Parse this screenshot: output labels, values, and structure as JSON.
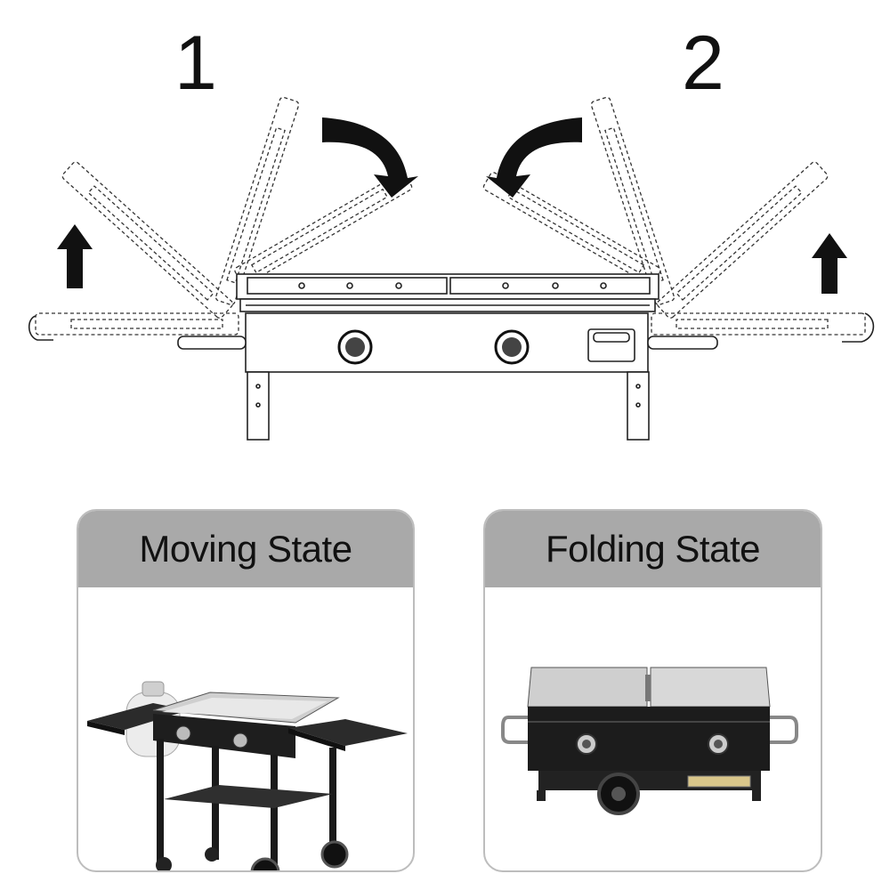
{
  "diagram": {
    "steps": [
      {
        "number": "1"
      },
      {
        "number": "2"
      }
    ],
    "icons": [
      "curved-arrow-icon",
      "up-arrow-icon"
    ]
  },
  "states": [
    {
      "label": "Moving State",
      "image": "griddle-cart-unfolded"
    },
    {
      "label": "Folding State",
      "image": "griddle-folded-tabletop"
    }
  ],
  "colors": {
    "header_gray": "#a9a9a9",
    "card_border": "#bdbdbd",
    "ink": "#111111",
    "steel": "#bfbfbf"
  }
}
